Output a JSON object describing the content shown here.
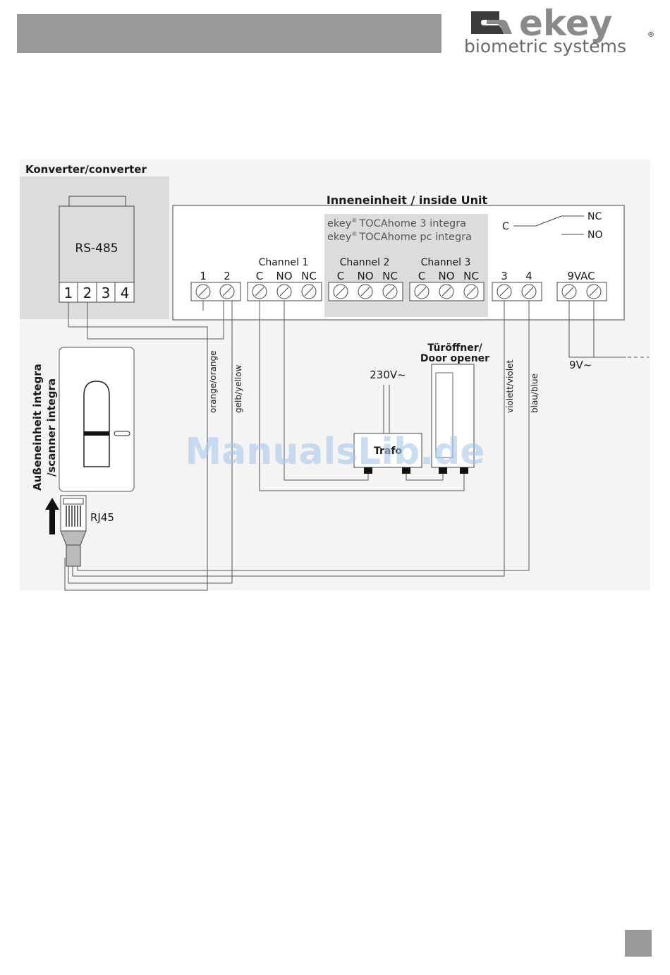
{
  "header": {
    "brand": "ekey",
    "tagline": "biometric systems",
    "registered": "®"
  },
  "converter": {
    "title": "Konverter/converter",
    "device": "RS-485",
    "terminals": [
      "1",
      "2",
      "3",
      "4"
    ]
  },
  "inside_unit": {
    "title": "Inneneinheit / inside Unit",
    "models": [
      {
        "brand": "ekey",
        "mark": "®",
        "name": "TOCAhome 3 integra"
      },
      {
        "brand": "ekey",
        "mark": "®",
        "name": "TOCAhome pc integra"
      }
    ],
    "relay": {
      "common": "C",
      "nc": "NC",
      "no": "NO"
    },
    "terminals_12": [
      "1",
      "2"
    ],
    "channels": [
      {
        "name": "Channel 1",
        "contacts": [
          "C",
          "NO",
          "NC"
        ]
      },
      {
        "name": "Channel 2",
        "contacts": [
          "C",
          "NO",
          "NC"
        ]
      },
      {
        "name": "Channel 3",
        "contacts": [
          "C",
          "NO",
          "NC"
        ]
      }
    ],
    "terminals_34": [
      "3",
      "4"
    ],
    "power": "9VAC"
  },
  "scanner": {
    "title_de": "Außeneinheit integra",
    "title_en": "/scanner integra",
    "connector": "RJ45"
  },
  "wires": {
    "orange": "orange/orange",
    "yellow": "gelb/yellow",
    "violet": "violett/violet",
    "blue": "blau/blue"
  },
  "door_opener": {
    "title_de": "Türöffner/",
    "title_en": "Door opener"
  },
  "mains": "230V~",
  "transformer": "Trafo",
  "supply": "9V~",
  "watermark": "ManualsLib.de"
}
